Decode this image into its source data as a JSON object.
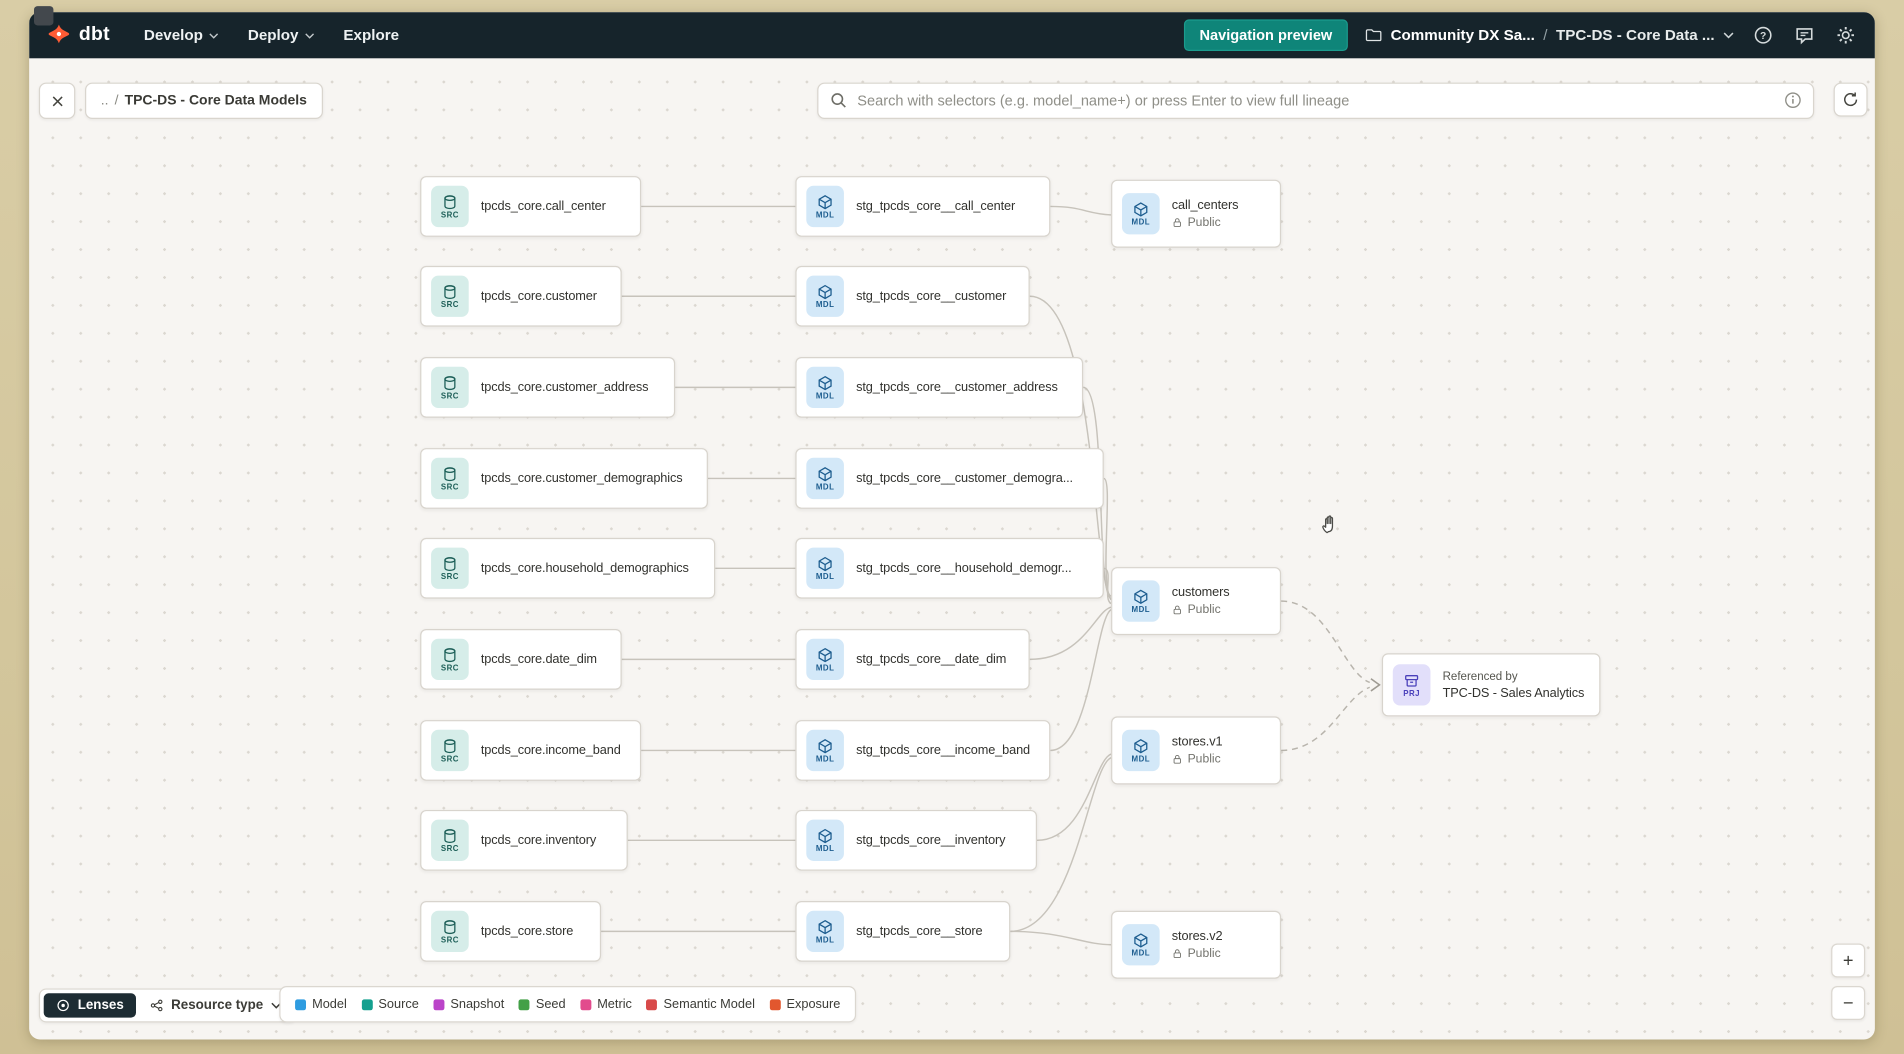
{
  "nav": {
    "logo_text": "dbt",
    "develop": "Develop",
    "deploy": "Deploy",
    "explore": "Explore",
    "preview_button": "Navigation preview",
    "project_crumb": "Community DX Sa...",
    "crumb_separator": "/",
    "page_crumb": "TPC-DS - Core Data ..."
  },
  "toolbar": {
    "chip_prefix": "..",
    "chip_sep": "/",
    "chip_label": "TPC-DS - Core Data Models",
    "search_placeholder": "Search with selectors (e.g. model_name+) or press Enter to view full lineage"
  },
  "badges": {
    "source": "SRC",
    "model": "MDL",
    "project": "PRJ"
  },
  "graph": {
    "sources": [
      {
        "label": "tpcds_core.call_center"
      },
      {
        "label": "tpcds_core.customer"
      },
      {
        "label": "tpcds_core.customer_address"
      },
      {
        "label": "tpcds_core.customer_demographics"
      },
      {
        "label": "tpcds_core.household_demographics"
      },
      {
        "label": "tpcds_core.date_dim"
      },
      {
        "label": "tpcds_core.income_band"
      },
      {
        "label": "tpcds_core.inventory"
      },
      {
        "label": "tpcds_core.store"
      }
    ],
    "staging": [
      {
        "label": "stg_tpcds_core__call_center"
      },
      {
        "label": "stg_tpcds_core__customer"
      },
      {
        "label": "stg_tpcds_core__customer_address"
      },
      {
        "label": "stg_tpcds_core__customer_demogra..."
      },
      {
        "label": "stg_tpcds_core__household_demogr..."
      },
      {
        "label": "stg_tpcds_core__date_dim"
      },
      {
        "label": "stg_tpcds_core__income_band"
      },
      {
        "label": "stg_tpcds_core__inventory"
      },
      {
        "label": "stg_tpcds_core__store"
      }
    ],
    "marts": [
      {
        "label": "call_centers",
        "visibility": "Public"
      },
      {
        "label": "customers",
        "visibility": "Public"
      },
      {
        "label": "stores.v1",
        "visibility": "Public"
      },
      {
        "label": "stores.v2",
        "visibility": "Public"
      }
    ],
    "project": {
      "title": "Referenced by",
      "label": "TPC-DS - Sales Analytics"
    }
  },
  "controls": {
    "lenses": "Lenses",
    "resource_type": "Resource type",
    "zoom_in": "+",
    "zoom_out": "−"
  },
  "legend": {
    "items": [
      {
        "label": "Model",
        "color": "#2e9ce0"
      },
      {
        "label": "Source",
        "color": "#14a08f"
      },
      {
        "label": "Snapshot",
        "color": "#bb44c9"
      },
      {
        "label": "Seed",
        "color": "#43a047"
      },
      {
        "label": "Metric",
        "color": "#e24b8d"
      },
      {
        "label": "Semantic Model",
        "color": "#d84a4a"
      },
      {
        "label": "Exposure",
        "color": "#e2572e"
      }
    ]
  }
}
